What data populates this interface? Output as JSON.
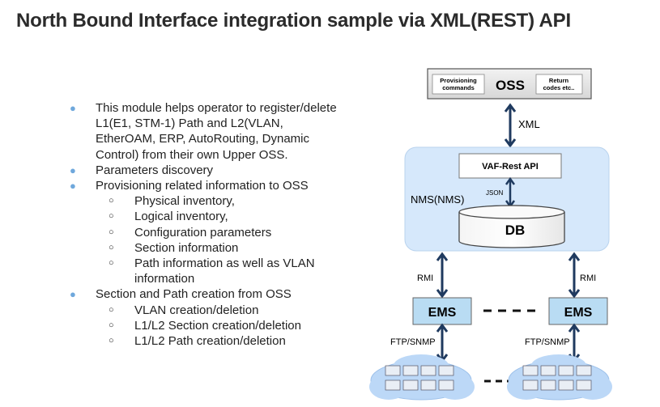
{
  "title": "North Bound Interface integration sample via XML(REST) API",
  "bullets": [
    {
      "text": "This module helps operator to register/delete L1(E1, STM-1) Path and L2(VLAN, EtherOAM, ERP, AutoRouting, Dynamic Control) from their own Upper OSS.",
      "sub": []
    },
    {
      "text": "Parameters discovery",
      "sub": []
    },
    {
      "text": "Provisioning related information to OSS",
      "sub": [
        "Physical inventory,",
        "Logical inventory,",
        "Configuration parameters",
        "Section information",
        "Path information as well as VLAN information"
      ]
    },
    {
      "text": "Section and Path creation from OSS",
      "sub": [
        "VLAN creation/deletion",
        "L1/L2 Section creation/deletion",
        "L1/L2 Path creation/deletion"
      ]
    }
  ],
  "diagram": {
    "oss": {
      "label": "OSS",
      "left_note": "Provisioning commands",
      "right_note": "Return codes etc.."
    },
    "xml_label": "XML",
    "nms_label": "NMS(NMS)",
    "vaf_label": "VAF-Rest API",
    "json_label": "JSON",
    "db_label": "DB",
    "rmi_left": "RMI",
    "rmi_right": "RMI",
    "ems_left": "EMS",
    "ems_right": "EMS",
    "ftp_left": "FTP/SNMP",
    "ftp_right": "FTP/SNMP"
  },
  "colors": {
    "bullet": "#6fa8dc",
    "nms_panel": "#d6e8fb",
    "ems_box": "#b9dcf3",
    "arrow": "#1f3a5f",
    "cloud": "#bcd8f7"
  }
}
